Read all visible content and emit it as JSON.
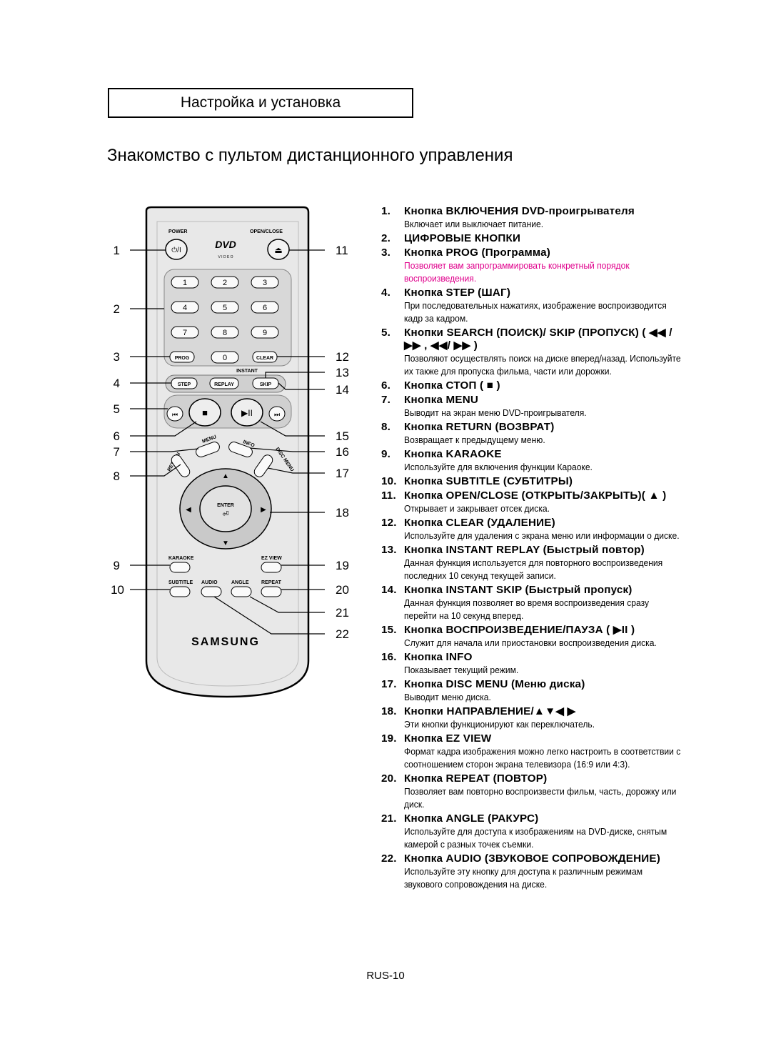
{
  "section_title": "Настройка и установка",
  "page_title": "Знакомство с пультом дистанционного управления",
  "remote": {
    "power_label": "POWER",
    "open_close_label": "OPEN/CLOSE",
    "dvd_logo": "DVD",
    "video_label": "V I D E O",
    "digits": [
      "1",
      "2",
      "3",
      "4",
      "5",
      "6",
      "7",
      "8",
      "9",
      "0"
    ],
    "prog_label": "PROG",
    "clear_label": "CLEAR",
    "instant_label": "INSTANT",
    "step_label": "STEP",
    "replay_label": "REPLAY",
    "skip_label": "SKIP",
    "menu_label": "MENU",
    "info_label": "INFO",
    "return_label": "RETURN",
    "disc_menu_label": "DISC MENU",
    "enter_label": "ENTER",
    "karaoke_label": "KARAOKE",
    "ez_view_label": "EZ VIEW",
    "subtitle_label": "SUBTITLE",
    "audio_label": "AUDIO",
    "angle_label": "ANGLE",
    "repeat_label": "REPEAT",
    "brand": "SAMSUNG",
    "callouts_left": [
      "1",
      "2",
      "3",
      "4",
      "5",
      "6",
      "7",
      "8",
      "9",
      "10"
    ],
    "callouts_right": [
      "11",
      "12",
      "13",
      "14",
      "15",
      "16",
      "17",
      "18",
      "19",
      "20",
      "21",
      "22"
    ]
  },
  "items": [
    {
      "num": "1.",
      "title": "Кнопка ВКЛЮЧЕНИЯ DVD-проигрывателя",
      "desc": "Включает или выключает питание."
    },
    {
      "num": "2.",
      "title": "ЦИФРОВЫЕ КНОПКИ",
      "desc": ""
    },
    {
      "num": "3.",
      "title": "Кнопка PROG (Программа)",
      "desc": "Позволяет вам запрограммировать конкретный порядок воспроизведения.",
      "desc_pink": true
    },
    {
      "num": "4.",
      "title": "Кнопка STEP (ШАГ)",
      "desc": "При последовательных нажатиях, изображение воспроизводится кадр за кадром."
    },
    {
      "num": "5.",
      "title": "Кнопки SEARCH (ПОИСК)/ SKIP (ПРОПУСК) ( ◀◀ / ▶▶ , ◀◀/ ▶▶ )",
      "desc": "Позволяют осуществлять поиск на диске вперед/назад. Используйте их также для пропуска фильма, части или дорожки."
    },
    {
      "num": "6.",
      "title": "Кнопка СТОП ( ■ )",
      "desc": ""
    },
    {
      "num": "7.",
      "title": "Кнопка MENU",
      "desc": "Выводит на экран меню DVD-проигрывателя."
    },
    {
      "num": "8.",
      "title": "Кнопка RETURN (ВОЗВРАТ)",
      "desc": "Возвращает к предыдущему меню."
    },
    {
      "num": "9.",
      "title": "Кнопка KARAOKE",
      "desc": "Используйте для включения функции Караоке."
    },
    {
      "num": "10.",
      "title": "Кнопка SUBTITLE (СУБТИТРЫ)",
      "desc": ""
    },
    {
      "num": "11.",
      "title": "Кнопка OPEN/CLOSE (ОТКРЫТЬ/ЗАКРЫТЬ)( ▲ )",
      "desc": "Открывает и закрывает отсек диска."
    },
    {
      "num": "12.",
      "title": "Кнопка CLEAR (УДАЛЕНИЕ)",
      "desc": "Используйте для удаления с экрана меню или информации о диске."
    },
    {
      "num": "13.",
      "title": "Кнопка INSTANT REPLAY (Быстрый повтор)",
      "desc": "Данная функция используется для повторного воспроизведения последних 10 секунд текущей записи."
    },
    {
      "num": "14.",
      "title": "Кнопка INSTANT SKIP (Быстрый пропуск)",
      "desc": "Данная функция позволяет во время воспроизведения сразу перейти на 10 секунд вперед."
    },
    {
      "num": "15.",
      "title": "Кнопка ВОСПРОИЗВЕДЕНИЕ/ПАУЗА ( ▶II )",
      "desc": "Служит для начала или приостановки воспроизведения диска."
    },
    {
      "num": "16.",
      "title": "Кнопка INFO",
      "desc": "Показывает текущий режим."
    },
    {
      "num": "17.",
      "title": "Кнопка DISC MENU (Меню диска)",
      "desc": "Выводит меню диска."
    },
    {
      "num": "18.",
      "title": "Кнопки НАПРАВЛЕНИЕ/▲▼◀ ▶",
      "desc": "Эти кнопки функционируют как переключатель."
    },
    {
      "num": "19.",
      "title": "Кнопка EZ VIEW",
      "desc": "Формат кадра изображения можно легко настроить в соответствии с соотношением сторон экрана телевизора (16:9 или 4:3)."
    },
    {
      "num": "20.",
      "title": "Кнопка REPEAT (ПОВТОР)",
      "desc": "Позволяет вам повторно воспроизвести фильм, часть, дорожку или диск."
    },
    {
      "num": "21.",
      "title": "Кнопка ANGLE (РАКУРС)",
      "desc": "Используйте для доступа к изображениям на DVD-диске, снятым камерой с разных точек съемки."
    },
    {
      "num": "22.",
      "title": "Кнопка AUDIO (ЗВУКОВОЕ СОПРОВОЖДЕНИЕ)",
      "desc": "Используйте эту кнопку для доступа к различным режимам звукового сопровождения на диске."
    }
  ],
  "footer": "RUS-10"
}
